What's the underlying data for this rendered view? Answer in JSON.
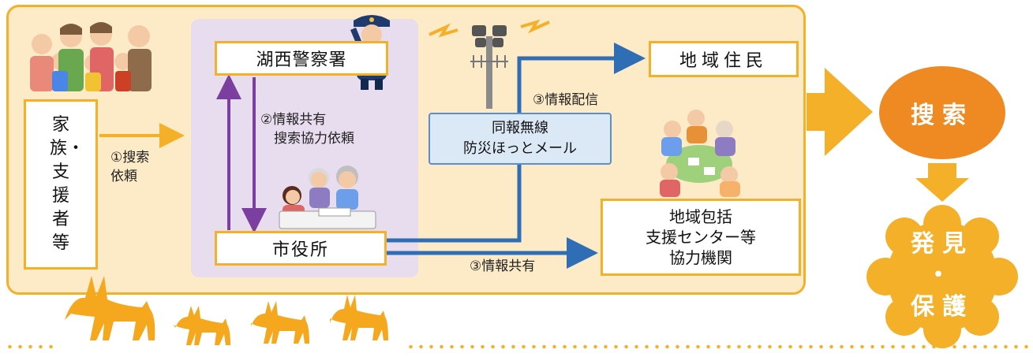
{
  "nodes": {
    "family": "家族・支援者等",
    "police": "湖西警察署",
    "city_hall": "市役所",
    "residents": "地域住民",
    "radio": "同報無線\n防災ほっとメール",
    "center": "地域包括\n支援センター等\n協力機関"
  },
  "edges": {
    "search_request": "①搜索\n依頼",
    "info_share_request": "②情報共有\n　搜索協力依頼",
    "broadcast": "③情報配信",
    "info_share": "③情報共有"
  },
  "outcomes": {
    "search": "搜索",
    "found": "発見\n・\n保護"
  },
  "colors": {
    "panel": "#fdebc8",
    "border": "#f5b02a",
    "city_zone": "#e8dcef",
    "arrow_blue": "#2f6eb5",
    "arrow_purple": "#7b3fa0",
    "search_circle": "#ef8a22",
    "found_cloud": "#f5b02a"
  }
}
